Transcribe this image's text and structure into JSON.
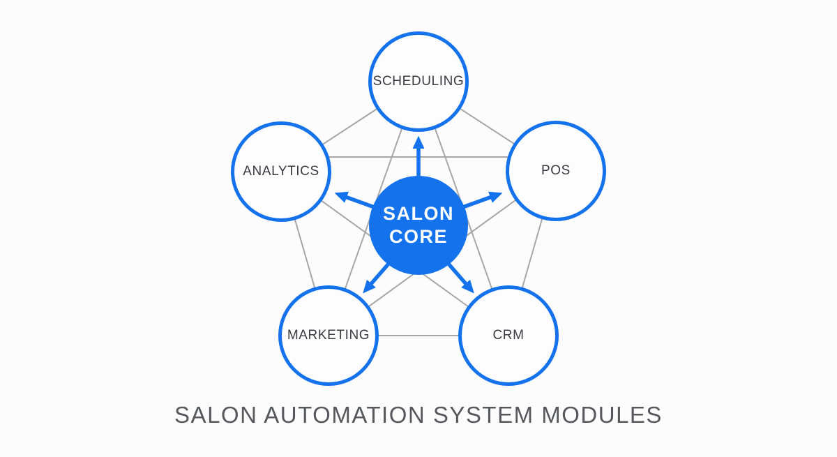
{
  "title": "SALON AUTOMATION SYSTEM MODULES",
  "colors": {
    "accent_blue": "#1372ec",
    "connector_gray": "#a6a6a6",
    "node_text": "#383c42",
    "title_text": "#55585d",
    "background": "#fcfcfc",
    "node_fill": "#fdfdfe",
    "core_text": "#ffffff"
  },
  "center_node": {
    "id": "salon-core",
    "label_line1": "SALON",
    "label_line2": "CORE"
  },
  "nodes": [
    {
      "id": "scheduling",
      "label": "SCHEDULING"
    },
    {
      "id": "analytics",
      "label": "ANALYTICS"
    },
    {
      "id": "pos",
      "label": "POS"
    },
    {
      "id": "marketing",
      "label": "MARKETING"
    },
    {
      "id": "crm",
      "label": "CRM"
    }
  ],
  "connections": {
    "module_links": [
      [
        "SCHEDULING",
        "ANALYTICS"
      ],
      [
        "SCHEDULING",
        "POS"
      ],
      [
        "SCHEDULING",
        "MARKETING"
      ],
      [
        "SCHEDULING",
        "CRM"
      ],
      [
        "ANALYTICS",
        "POS"
      ],
      [
        "ANALYTICS",
        "MARKETING"
      ],
      [
        "ANALYTICS",
        "CRM"
      ],
      [
        "POS",
        "MARKETING"
      ],
      [
        "POS",
        "CRM"
      ],
      [
        "MARKETING",
        "CRM"
      ]
    ],
    "core_arrows": {
      "from": "SALON CORE",
      "direction": "outward",
      "targets": [
        "SCHEDULING",
        "ANALYTICS",
        "POS",
        "MARKETING",
        "CRM"
      ]
    }
  }
}
